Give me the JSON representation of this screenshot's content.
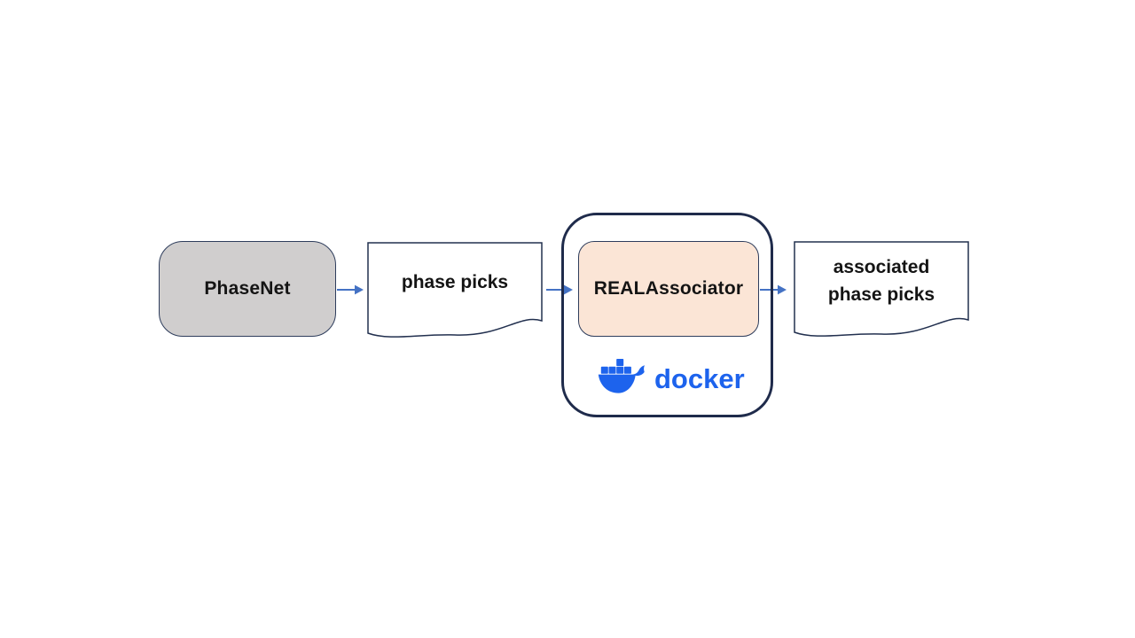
{
  "slide": {
    "background": "#ffffff"
  },
  "colors": {
    "arrow": "#4472c4",
    "outer_container_border": "#1f2b4b",
    "node_border": "#2e3d5c",
    "phasenet_fill": "#d0cece",
    "realassociator_fill": "#fbe5d6",
    "document_fill": "#ffffff",
    "label_text": "#141414",
    "docker_blue": "#1d63ed"
  },
  "nodes": {
    "phasenet": {
      "label": "PhaseNet",
      "shape": "rounded-rectangle"
    },
    "phase_picks": {
      "label": "phase picks",
      "shape": "document"
    },
    "realassociator": {
      "label": "REALAssociator",
      "shape": "rounded-rectangle",
      "inside": "docker-container"
    },
    "docker": {
      "label": "docker"
    },
    "associated_phase_picks": {
      "label": "associated phase picks",
      "shape": "document"
    }
  },
  "arrows": [
    {
      "from": "phasenet",
      "to": "phase_picks"
    },
    {
      "from": "phase_picks",
      "to": "realassociator"
    },
    {
      "from": "realassociator",
      "to": "associated_phase_picks"
    }
  ]
}
